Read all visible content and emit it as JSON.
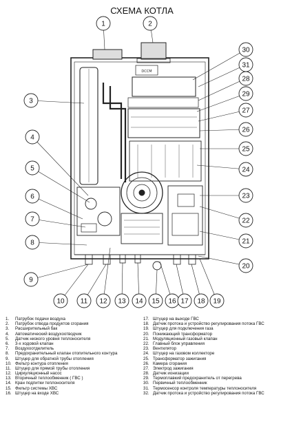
{
  "title": "СХЕМА КОТЛА",
  "hatch_label": "DCCM",
  "callouts_top": [
    "1",
    "2"
  ],
  "callouts_left": [
    "3",
    "4",
    "5",
    "6",
    "7",
    "8",
    "9"
  ],
  "callouts_right": [
    "30",
    "31",
    "28",
    "29",
    "27",
    "26",
    "25",
    "24",
    "23",
    "22",
    "21",
    "20"
  ],
  "callouts_bottom": [
    "10",
    "11",
    "12",
    "13",
    "14",
    "15",
    "16",
    "17",
    "18",
    "19"
  ],
  "legend_left": [
    {
      "n": "1.",
      "t": "Патрубок подачи воздуха"
    },
    {
      "n": "2.",
      "t": "Патрубок  отвода продуктов сгорания"
    },
    {
      "n": "3.",
      "t": "Расширительный бак"
    },
    {
      "n": "4.",
      "t": "Автоматический воздухоотводчик"
    },
    {
      "n": "5.",
      "t": "Датчик низкого уровня теплоносителя"
    },
    {
      "n": "6.",
      "t": "3-х ходовой клапан"
    },
    {
      "n": "7.",
      "t": "Воздухоотделитель"
    },
    {
      "n": "8.",
      "t": "Предохранительный клапан отопительного контура"
    },
    {
      "n": "9.",
      "t": "Штуцер для обратной трубы отопления"
    },
    {
      "n": "10.",
      "t": "Фильтр контура отопления"
    },
    {
      "n": "11.",
      "t": "Штуцер для прямой трубы отопления"
    },
    {
      "n": "12.",
      "t": "Циркуляционный насос"
    },
    {
      "n": "13.",
      "t": "Вторичный теплообменник ( ГВС )"
    },
    {
      "n": "14.",
      "t": "Кран подпитки теплоносителя"
    },
    {
      "n": "15.",
      "t": "Фильтр системы ХВС"
    },
    {
      "n": "16.",
      "t": "Штуцер на входе ХВС"
    }
  ],
  "legend_right": [
    {
      "n": "17.",
      "t": "Штуцер на выходе ГВС"
    },
    {
      "n": "18.",
      "t": "Датчик протока и устройство регулирования потока ГВС"
    },
    {
      "n": "19.",
      "t": "Штуцер для подключения газа"
    },
    {
      "n": "20.",
      "t": "Понижающий трансформатор"
    },
    {
      "n": "21.",
      "t": "Модуляционный газовый клапан"
    },
    {
      "n": "22.",
      "t": "Главный блок управления"
    },
    {
      "n": "23.",
      "t": "Вентилятор"
    },
    {
      "n": "24.",
      "t": "Штуцер на газовом коллекторе"
    },
    {
      "n": "25.",
      "t": "Трансформатор зажигания"
    },
    {
      "n": "26.",
      "t": "Камера сгорания"
    },
    {
      "n": "27.",
      "t": "Электрод зажигания"
    },
    {
      "n": "28.",
      "t": "Датчик ионизации"
    },
    {
      "n": "29.",
      "t": "Термоплавкий предохранитель от перегрева"
    },
    {
      "n": "30.",
      "t": "Первичный теплообменник"
    },
    {
      "n": "31.",
      "t": "Термосенсор контроля температуры теплоносителя"
    },
    {
      "n": "32.",
      "t": "Датчик протока и устройство регулирования потока ГВС"
    }
  ]
}
